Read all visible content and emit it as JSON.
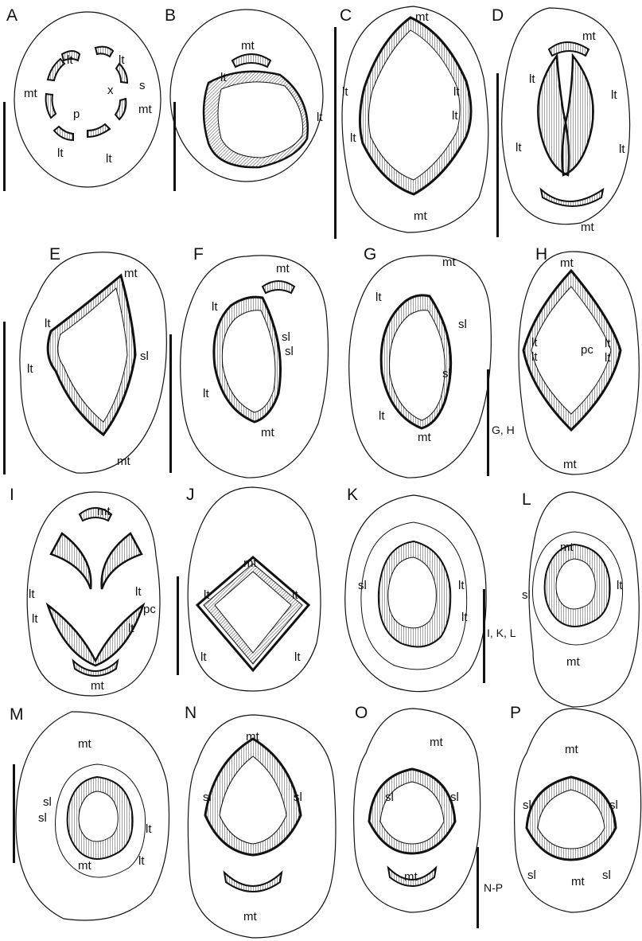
{
  "panels": [
    {
      "letter": "A",
      "labels": [
        "lt",
        "lt",
        "s",
        "x",
        "mt",
        "mt",
        "p",
        "lt",
        "lt"
      ]
    },
    {
      "letter": "B",
      "labels": [
        "mt",
        "lt",
        "lt"
      ]
    },
    {
      "letter": "C",
      "labels": [
        "mt",
        "lt",
        "lt",
        "lt",
        "lt",
        "mt"
      ]
    },
    {
      "letter": "D",
      "labels": [
        "mt",
        "lt",
        "lt",
        "lt",
        "lt",
        "mt"
      ]
    },
    {
      "letter": "E",
      "labels": [
        "mt",
        "lt",
        "lt",
        "sl",
        "mt"
      ]
    },
    {
      "letter": "F",
      "labels": [
        "mt",
        "lt",
        "sl",
        "sl",
        "lt",
        "mt"
      ]
    },
    {
      "letter": "G",
      "labels": [
        "mt",
        "lt",
        "sl",
        "sl",
        "lt",
        "mt"
      ]
    },
    {
      "letter": "H",
      "labels": [
        "mt",
        "lt",
        "lt",
        "pc",
        "lt",
        "lt",
        "mt"
      ]
    },
    {
      "letter": "I",
      "labels": [
        "mt",
        "lt",
        "lt",
        "lt",
        "pc",
        "lt",
        "mt"
      ]
    },
    {
      "letter": "J",
      "labels": [
        "mt",
        "lt",
        "lt",
        "lt",
        "lt"
      ]
    },
    {
      "letter": "K",
      "labels": [
        "sl",
        "lt",
        "lt"
      ]
    },
    {
      "letter": "L",
      "labels": [
        "mt",
        "sl",
        "lt",
        "mt"
      ]
    },
    {
      "letter": "M",
      "labels": [
        "mt",
        "sl",
        "sl",
        "lt",
        "lt",
        "mt"
      ]
    },
    {
      "letter": "N",
      "labels": [
        "mt",
        "sl",
        "sl",
        "mt"
      ]
    },
    {
      "letter": "O",
      "labels": [
        "mt",
        "sl",
        "sl",
        "mt"
      ]
    },
    {
      "letter": "P",
      "labels": [
        "mt",
        "sl",
        "sl",
        "sl",
        "sl",
        "mt"
      ]
    }
  ],
  "scale_labels": {
    "gh": "G, H",
    "ikl": "I, K, L",
    "np": "N-P"
  },
  "colors": {
    "ink": "#111111",
    "hatch": "#444444",
    "background": "#ffffff"
  }
}
